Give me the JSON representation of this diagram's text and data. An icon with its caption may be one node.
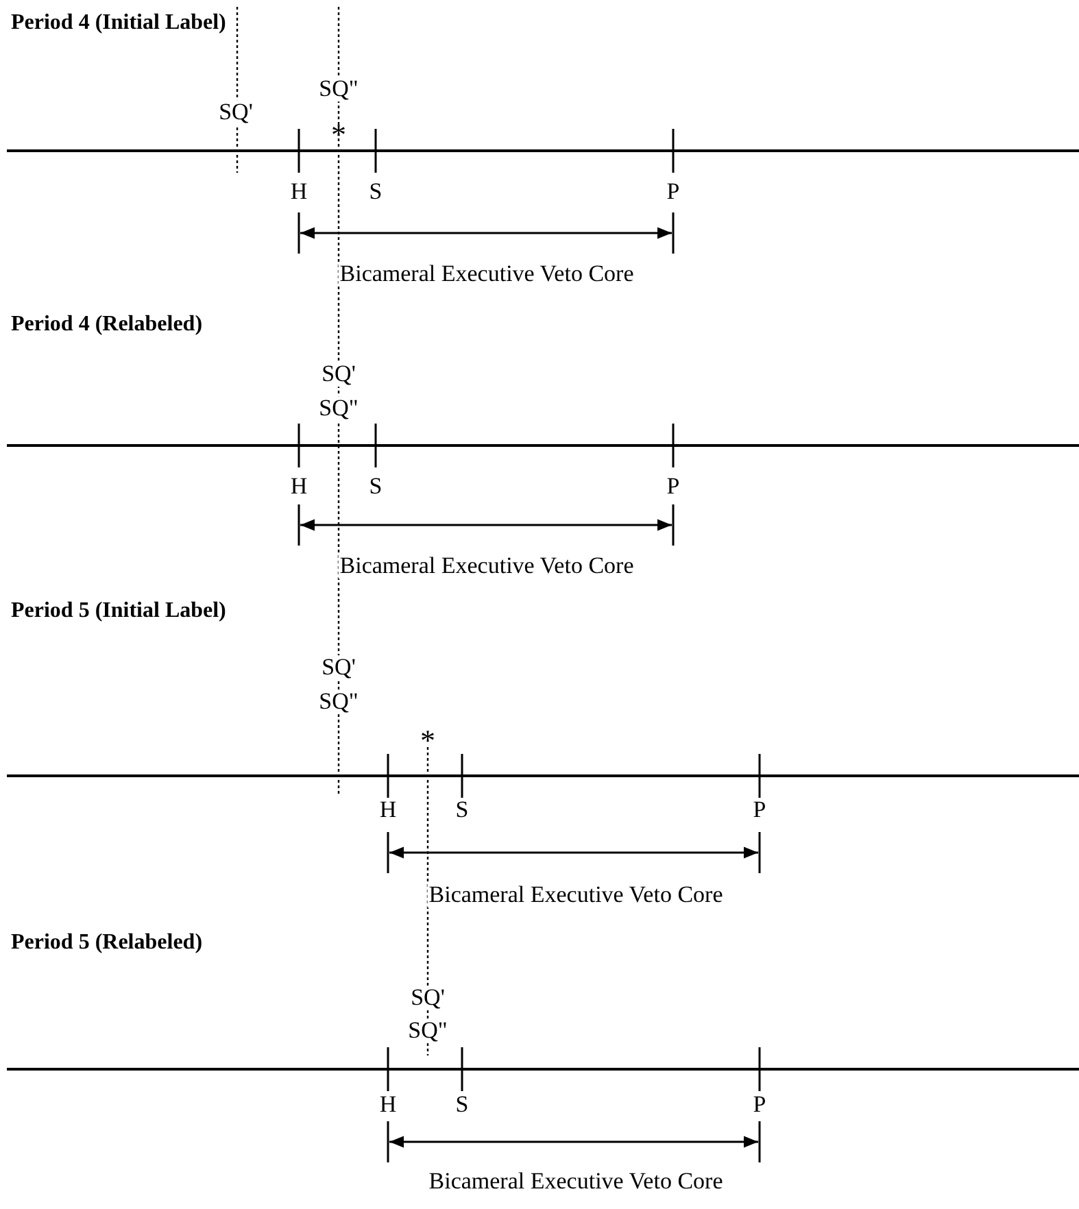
{
  "diagram": {
    "labels": [
      "Period 4 (Initial Label)",
      "SQ\"",
      "SQ'",
      "*",
      "H",
      "S",
      "P",
      "Bicameral Executive Veto Core",
      "Period 4 (Relabeled)",
      "SQ'",
      "SQ\"",
      "H",
      "S",
      "P",
      "Bicameral Executive Veto Core",
      "Period 5 (Initial Label)",
      "SQ'",
      "SQ\"",
      "*",
      "H",
      "S",
      "P",
      "Bicameral Executive Veto Core",
      "Period 5 (Relabeled)",
      "SQ'",
      "SQ\"",
      "H",
      "S",
      "P",
      "Bicameral Executive Veto Core"
    ]
  }
}
